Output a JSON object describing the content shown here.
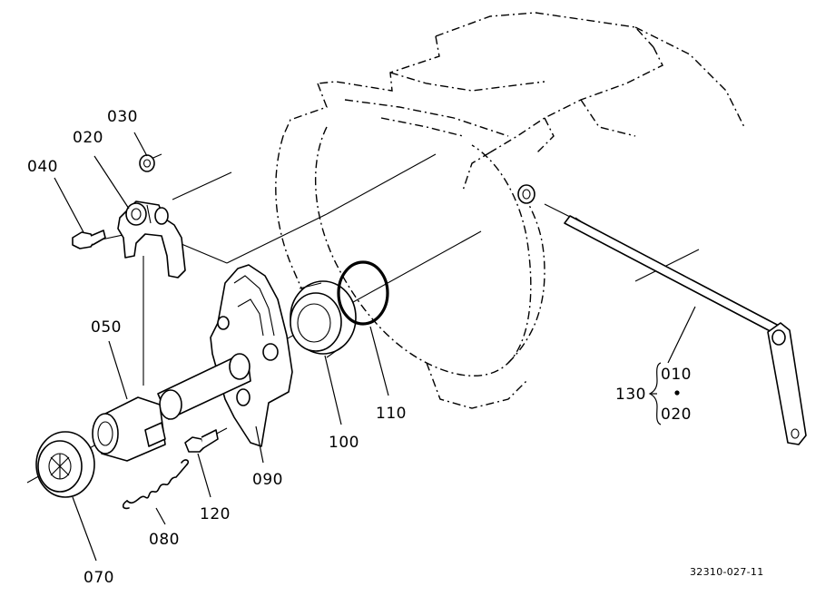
{
  "labels": {
    "p030": "030",
    "p020": "020",
    "p040": "040",
    "p050": "050",
    "p070": "070",
    "p080": "080",
    "p090": "090",
    "p100": "100",
    "p110": "110",
    "p120": "120",
    "p130": "130",
    "p130a": "010",
    "p130b": "020"
  },
  "drawing_ref": "32310-027-11"
}
